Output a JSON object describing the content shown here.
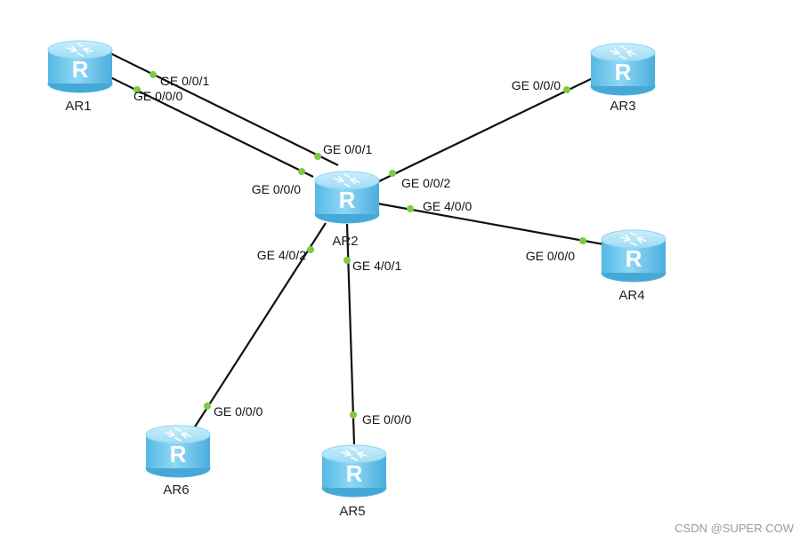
{
  "diagram": {
    "nodes": [
      {
        "id": "AR1",
        "label": "AR1",
        "glyph": "R",
        "icon": "router-icon"
      },
      {
        "id": "AR2",
        "label": "AR2",
        "glyph": "R",
        "icon": "router-icon"
      },
      {
        "id": "AR3",
        "label": "AR3",
        "glyph": "R",
        "icon": "router-icon"
      },
      {
        "id": "AR4",
        "label": "AR4",
        "glyph": "R",
        "icon": "router-icon"
      },
      {
        "id": "AR5",
        "label": "AR5",
        "glyph": "R",
        "icon": "router-icon"
      },
      {
        "id": "AR6",
        "label": "AR6",
        "glyph": "R",
        "icon": "router-icon"
      }
    ],
    "links": [
      {
        "id": "ar1-ar2-a",
        "from": "AR1",
        "from_port": "GE 0/0/1",
        "to": "AR2",
        "to_port": "GE 0/0/1"
      },
      {
        "id": "ar1-ar2-b",
        "from": "AR1",
        "from_port": "GE 0/0/0",
        "to": "AR2",
        "to_port": "GE 0/0/0"
      },
      {
        "id": "ar2-ar3",
        "from": "AR2",
        "from_port": "GE 0/0/2",
        "to": "AR3",
        "to_port": "GE 0/0/0"
      },
      {
        "id": "ar2-ar4",
        "from": "AR2",
        "from_port": "GE 4/0/0",
        "to": "AR4",
        "to_port": "GE 0/0/0"
      },
      {
        "id": "ar2-ar5",
        "from": "AR2",
        "from_port": "GE 4/0/1",
        "to": "AR5",
        "to_port": "GE 0/0/0"
      },
      {
        "id": "ar2-ar6",
        "from": "AR2",
        "from_port": "GE 4/0/2",
        "to": "AR6",
        "to_port": "GE 0/0/0"
      }
    ],
    "colors": {
      "router_body": "#7fd0f2",
      "router_top": "#b4e6fa",
      "router_edge": "#4fb2de",
      "link": "#111111",
      "port_dot": "#7ccc3c"
    }
  },
  "watermark": "CSDN @SUPER COW"
}
